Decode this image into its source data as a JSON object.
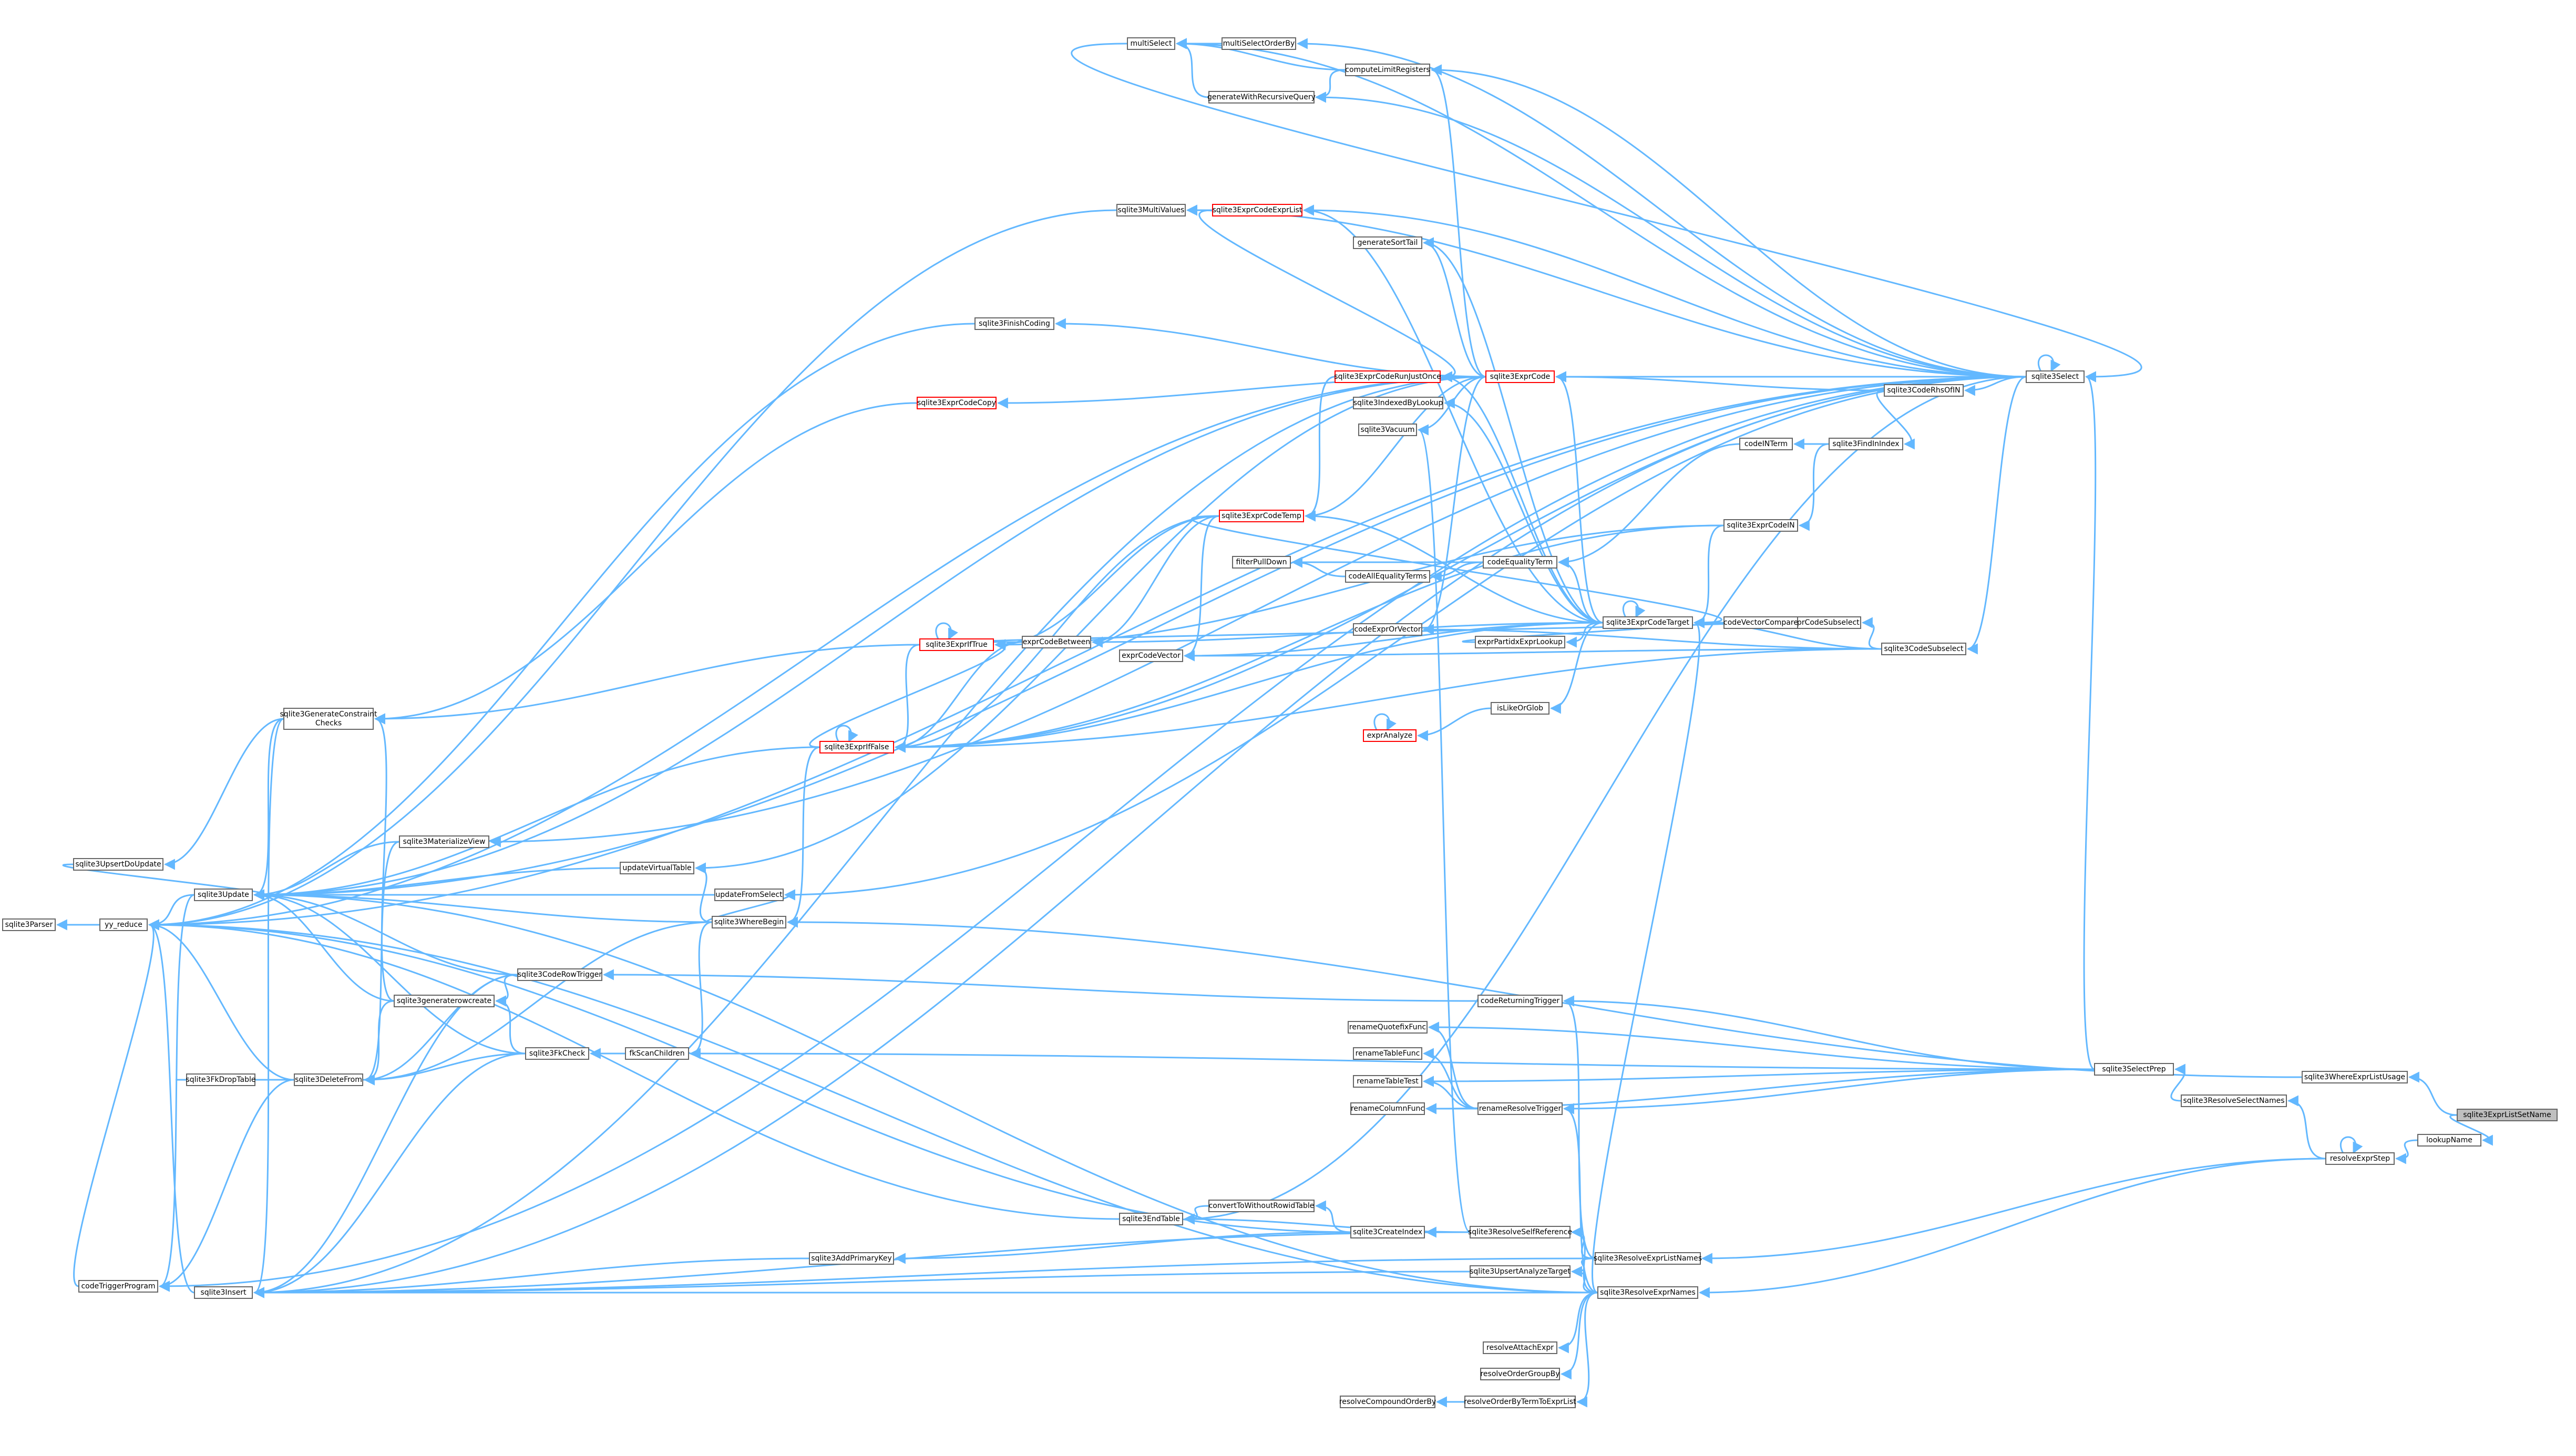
{
  "diagram": {
    "nodes": [
      {
        "id": "root",
        "label": "sqlite3ExprListSetName",
        "kind": "root"
      },
      {
        "id": "lookupName",
        "label": "lookupName"
      },
      {
        "id": "resolveExprStep",
        "label": "resolveExprStep"
      },
      {
        "id": "sqlite3WhereExprListUsage",
        "label": "sqlite3WhereExprListUsage"
      },
      {
        "id": "sqlite3ResolveSelectNames",
        "label": "sqlite3ResolveSelectNames"
      },
      {
        "id": "sqlite3SelectPrep",
        "label": "sqlite3SelectPrep"
      },
      {
        "id": "sqlite3Select",
        "label": "sqlite3Select"
      },
      {
        "id": "sqlite3CodeRhsOfIN",
        "label": "sqlite3CodeRhsOfIN"
      },
      {
        "id": "sqlite3FindInIndex",
        "label": "sqlite3FindInIndex"
      },
      {
        "id": "codeINTerm",
        "label": "codeINTerm"
      },
      {
        "id": "sqlite3ExprCodeIN",
        "label": "sqlite3ExprCodeIN"
      },
      {
        "id": "sqlite3CodeSubselect",
        "label": "sqlite3CodeSubselect"
      },
      {
        "id": "exprCodeSubselect",
        "label": "exprCodeSubselect"
      },
      {
        "id": "codeVectorCompare",
        "label": "codeVectorCompare"
      },
      {
        "id": "sqlite3ExprCodeTarget",
        "label": "sqlite3ExprCodeTarget"
      },
      {
        "id": "sqlite3ExprCode",
        "label": "sqlite3ExprCode",
        "kind": "red"
      },
      {
        "id": "sqlite3ExprCodeExprList",
        "label": "sqlite3ExprCodeExprList",
        "kind": "red"
      },
      {
        "id": "sqlite3ExprCodeRunJustOnce",
        "label": "sqlite3ExprCodeRunJustOnce",
        "kind": "red"
      },
      {
        "id": "sqlite3ExprCodeTemp",
        "label": "sqlite3ExprCodeTemp",
        "kind": "red"
      },
      {
        "id": "sqlite3ExprCodeCopy",
        "label": "sqlite3ExprCodeCopy",
        "kind": "red"
      },
      {
        "id": "sqlite3ExprIfTrue",
        "label": "sqlite3ExprIfTrue",
        "kind": "red"
      },
      {
        "id": "sqlite3ExprIfFalse",
        "label": "sqlite3ExprIfFalse",
        "kind": "red"
      },
      {
        "id": "exprAnalyze",
        "label": "exprAnalyze",
        "kind": "red"
      },
      {
        "id": "multiSelect",
        "label": "multiSelect"
      },
      {
        "id": "multiSelectOrderBy",
        "label": "multiSelectOrderBy"
      },
      {
        "id": "computeLimitRegisters",
        "label": "computeLimitRegisters"
      },
      {
        "id": "generateWithRecursiveQuery",
        "label": "generateWithRecursiveQuery"
      },
      {
        "id": "sqlite3MultiValues",
        "label": "sqlite3MultiValues"
      },
      {
        "id": "generateSortTail",
        "label": "generateSortTail"
      },
      {
        "id": "sqlite3VdbeIndexed",
        "label": "sqlite3IndexedByLookup"
      },
      {
        "id": "sqlite3Vacuum",
        "label": "sqlite3Vacuum"
      },
      {
        "id": "sqlite3FinishCoding",
        "label": "sqlite3FinishCoding"
      },
      {
        "id": "codeEqualityTerm",
        "label": "codeEqualityTerm"
      },
      {
        "id": "filterPullDown",
        "label": "filterPullDown"
      },
      {
        "id": "codeAllEqualityTerms",
        "label": "codeAllEqualityTerms"
      },
      {
        "id": "codeExprOrVector",
        "label": "codeExprOrVector"
      },
      {
        "id": "exprPartidxExprLookup",
        "label": "exprPartidxExprLookup"
      },
      {
        "id": "isLikeOrGlob",
        "label": "isLikeOrGlob"
      },
      {
        "id": "exprCodeVector",
        "label": "exprCodeVector"
      },
      {
        "id": "exprCodeBetween",
        "label": "exprCodeBetween"
      },
      {
        "id": "sqlite3GenerateConstraintChecks",
        "label": "sqlite3GenerateConstraint\nChecks"
      },
      {
        "id": "sqlite3UpsertDoUpdate",
        "label": "sqlite3UpsertDoUpdate"
      },
      {
        "id": "sqlite3Update",
        "label": "sqlite3Update"
      },
      {
        "id": "yy_reduce",
        "label": "yy_reduce"
      },
      {
        "id": "sqlite3Parser",
        "label": "sqlite3Parser"
      },
      {
        "id": "sqlite3MaterializeView",
        "label": "sqlite3MaterializeView"
      },
      {
        "id": "updateVirtualTable",
        "label": "updateVirtualTable"
      },
      {
        "id": "updateFromSelect",
        "label": "updateFromSelect"
      },
      {
        "id": "sqlite3WhereBegin",
        "label": "sqlite3WhereBegin"
      },
      {
        "id": "sqlite3CodeRowTrigger",
        "label": "sqlite3CodeRowTrigger"
      },
      {
        "id": "sqlite3AuthReadCol",
        "label": "sqlite3generaterowcreate"
      },
      {
        "id": "sqlite3FkCheck",
        "label": "sqlite3FkCheck"
      },
      {
        "id": "fkScanChildren",
        "label": "fkScanChildren"
      },
      {
        "id": "sqlite3DropTable",
        "label": "sqlite3FkDropTable"
      },
      {
        "id": "sqlite3DeleteFrom",
        "label": "sqlite3DeleteFrom"
      },
      {
        "id": "sqlite3EndTable",
        "label": "sqlite3EndTable"
      },
      {
        "id": "convertToWithoutRowid",
        "label": "convertToWithoutRowidTable"
      },
      {
        "id": "sqlite3CreateIndex",
        "label": "sqlite3CreateIndex"
      },
      {
        "id": "sqlite3AddPrimaryKey",
        "label": "sqlite3AddPrimaryKey"
      },
      {
        "id": "codeTriggerProgram",
        "label": "codeTriggerProgram"
      },
      {
        "id": "sqlite3Insert",
        "label": "sqlite3Insert"
      },
      {
        "id": "codeReturningTrigger",
        "label": "codeReturningTrigger"
      },
      {
        "id": "renameQuotefixFunc",
        "label": "renameQuotefixFunc"
      },
      {
        "id": "renameTableFunc",
        "label": "renameTableFunc"
      },
      {
        "id": "renameTableTest",
        "label": "renameTableTest"
      },
      {
        "id": "renameColumnFunc",
        "label": "renameColumnFunc"
      },
      {
        "id": "renameResolveTrigger",
        "label": "renameResolveTrigger"
      },
      {
        "id": "sqlite3ResolveSelfReference",
        "label": "sqlite3ResolveSelfReference"
      },
      {
        "id": "sqlite3ResolveExprListNames",
        "label": "sqlite3ResolveExprListNames"
      },
      {
        "id": "sqlite3UpsertAnalyzeTarget",
        "label": "sqlite3UpsertAnalyzeTarget"
      },
      {
        "id": "sqlite3ResolveExprNames",
        "label": "sqlite3ResolveExprNames"
      },
      {
        "id": "resolveAttachExpr",
        "label": "resolveAttachExpr"
      },
      {
        "id": "resolveOrderGroupBy",
        "label": "resolveOrderGroupBy"
      },
      {
        "id": "resolveCompoundOrderBy",
        "label": "resolveCompoundOrderBy"
      },
      {
        "id": "resolveOrderByTermToExprList",
        "label": "resolveOrderByTermToExprList"
      }
    ]
  }
}
